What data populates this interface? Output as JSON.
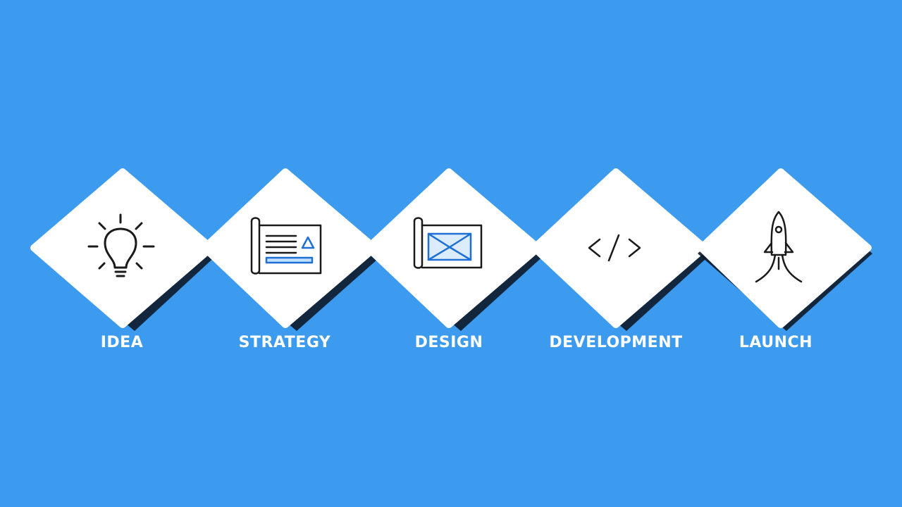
{
  "colors": {
    "background": "#3d9bef",
    "tile": "#ffffff",
    "tile_shadow": "#0d1b2a",
    "icon_stroke": "#1a1a1a",
    "icon_accent": "#1f6fd6",
    "label": "#ffffff"
  },
  "steps": [
    {
      "label": "IDEA",
      "icon": "lightbulb-icon"
    },
    {
      "label": "STRATEGY",
      "icon": "blueprint-plan-icon"
    },
    {
      "label": "DESIGN",
      "icon": "wireframe-design-icon"
    },
    {
      "label": "DEVELOPMENT",
      "icon": "code-brackets-icon"
    },
    {
      "label": "LAUNCH",
      "icon": "rocket-icon"
    }
  ]
}
